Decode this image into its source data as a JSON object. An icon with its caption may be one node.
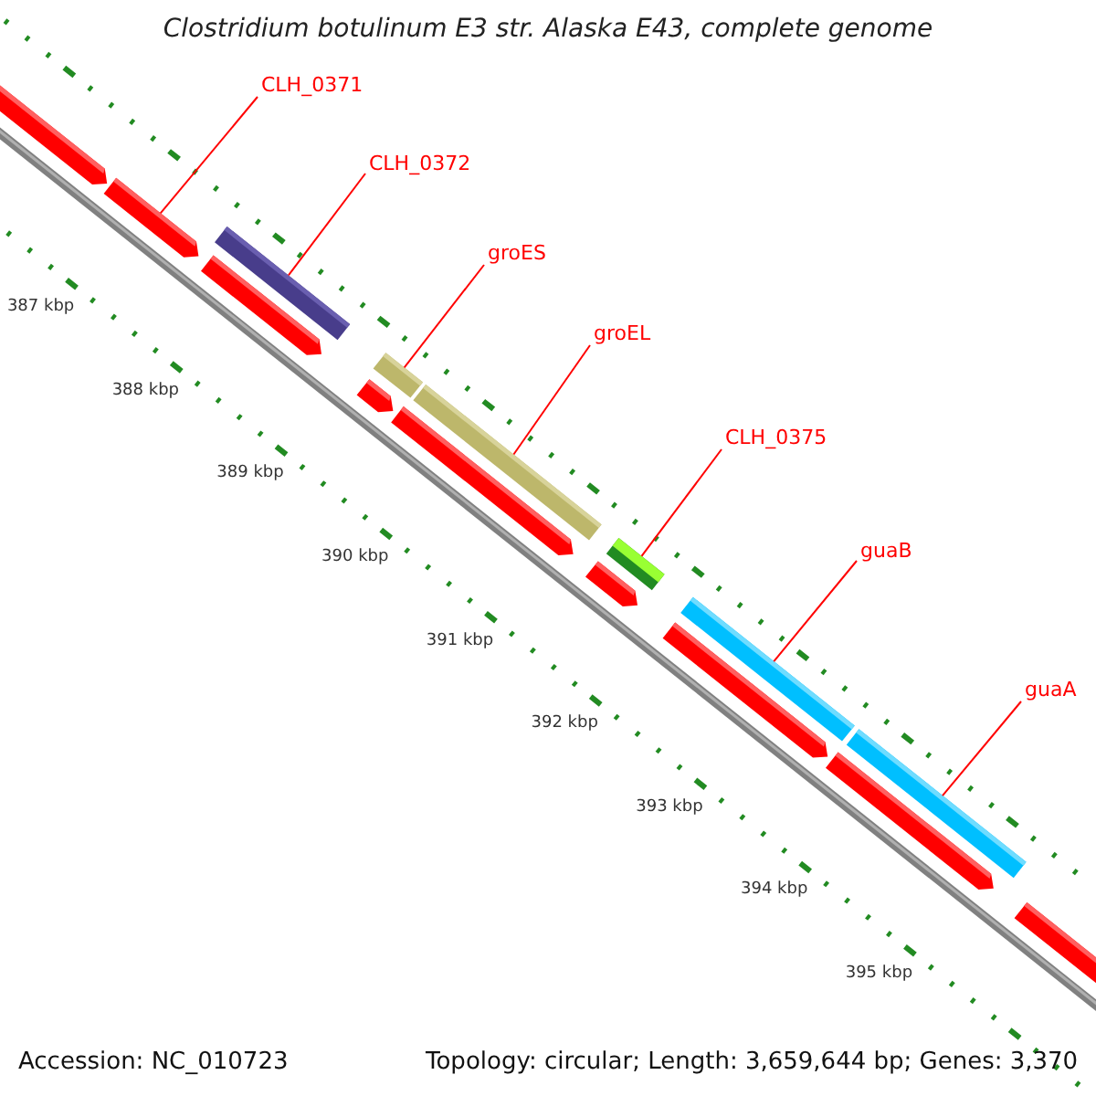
{
  "diagram": {
    "title": "Clostridium botulinum E3 str. Alaska E43, complete genome",
    "nodes": [
      {
        "text": [
          "CLH_0371"
        ]
      },
      {
        "text": [
          "CLH_0372"
        ]
      },
      {
        "text": [
          "groES"
        ]
      },
      {
        "text": [
          "groEL"
        ]
      },
      {
        "text": [
          "CLH_0375"
        ]
      },
      {
        "text": [
          "guaB"
        ]
      },
      {
        "text": [
          "guaA"
        ]
      },
      {
        "text": [],
        "shape": "bar"
      },
      {
        "text": [],
        "shape": "bar"
      },
      {
        "text": [],
        "shape": "bar"
      },
      {
        "text": [],
        "shape": "bar"
      },
      {
        "text": [],
        "shape": "bar"
      },
      {
        "text": [],
        "shape": "bar"
      },
      {
        "text": [],
        "shape": "bar"
      }
    ],
    "edges": [
      {
        "from": 0,
        "to": 7,
        "arrow": "none"
      },
      {
        "from": 1,
        "to": 8,
        "arrow": "none"
      },
      {
        "from": 2,
        "to": 9,
        "arrow": "none"
      },
      {
        "from": 3,
        "to": 10,
        "arrow": "none"
      },
      {
        "from": 4,
        "to": 11,
        "arrow": "none"
      },
      {
        "from": 5,
        "to": 12,
        "arrow": "none"
      },
      {
        "from": 6,
        "to": 13,
        "arrow": "none"
      }
    ],
    "labels": [
      "387 kbp",
      "388 kbp",
      "389 kbp",
      "390 kbp",
      "391 kbp",
      "392 kbp",
      "393 kbp",
      "394 kbp",
      "395 kbp",
      "Accession: NC_010723",
      "Topology: circular; Length: 3,659,644 bp; Genes: 3,370"
    ]
  }
}
